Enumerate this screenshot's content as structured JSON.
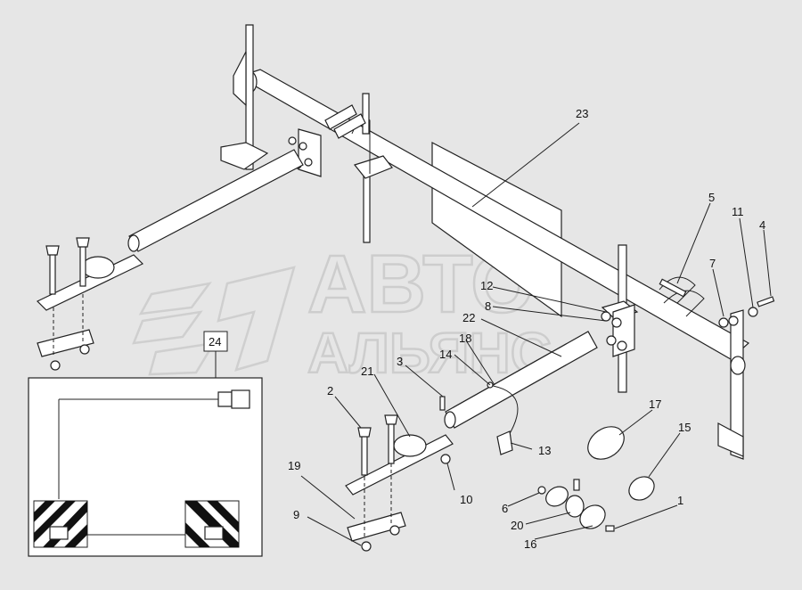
{
  "watermark": {
    "line1": "АВТО",
    "line2": "АЛЬЯНС"
  },
  "callouts": {
    "c1": "1",
    "c2": "2",
    "c3": "3",
    "c4": "4",
    "c5": "5",
    "c6": "6",
    "c7": "7",
    "c8": "8",
    "c9": "9",
    "c10": "10",
    "c11": "11",
    "c12": "12",
    "c13": "13",
    "c14": "14",
    "c15": "15",
    "c16": "16",
    "c17": "17",
    "c18": "18",
    "c19": "19",
    "c20": "20",
    "c21": "21",
    "c22": "22",
    "c23": "23",
    "c24": "24"
  }
}
